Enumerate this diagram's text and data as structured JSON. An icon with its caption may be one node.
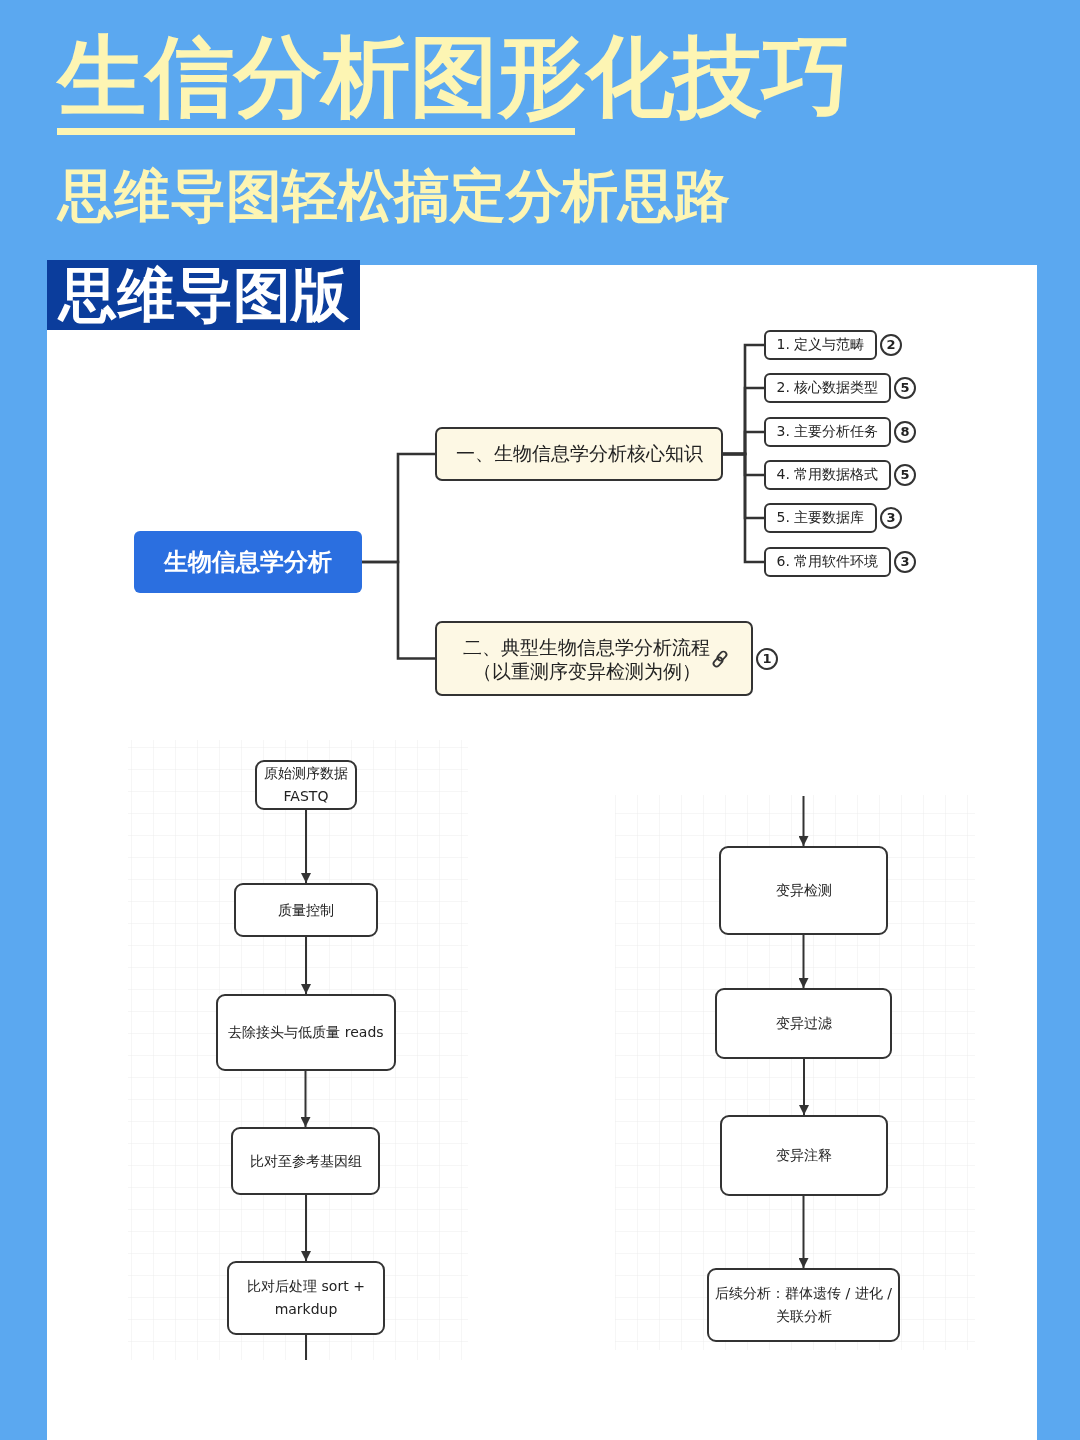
{
  "diagram": {
    "title": "生信分析图形化技巧",
    "nodes": [
      {
        "text": [
          "生物信息学分析"
        ]
      },
      {
        "text": [
          "一、生物信息学分析核心知识"
        ]
      },
      {
        "text": [
          "1. 定义与范畴"
        ],
        "beside": [
          "2"
        ]
      },
      {
        "text": [
          "2. 核心数据类型"
        ],
        "beside": [
          "5"
        ]
      },
      {
        "text": [
          "3. 主要分析任务"
        ],
        "beside": [
          "8"
        ]
      },
      {
        "text": [
          "4. 常用数据格式"
        ],
        "beside": [
          "5"
        ]
      },
      {
        "text": [
          "5. 主要数据库"
        ],
        "beside": [
          "3"
        ]
      },
      {
        "text": [
          "6. 常用软件环境"
        ],
        "beside": [
          "3"
        ]
      },
      {
        "text": [
          "二、典型生物信息学分析流程（以重测序变异检测为例）"
        ],
        "beside": [
          "1"
        ]
      },
      {
        "text": [
          "原始测序数据 FASTQ"
        ]
      },
      {
        "text": [
          "质量控制"
        ]
      },
      {
        "text": [
          "去除接头与低质量 reads"
        ]
      },
      {
        "text": [
          "比对至参考基因组"
        ]
      },
      {
        "text": [
          "比对后处理 sort + markdup"
        ]
      },
      {
        "text": [
          "变异检测"
        ]
      },
      {
        "text": [
          "变异过滤"
        ]
      },
      {
        "text": [
          "变异注释"
        ]
      },
      {
        "text": [
          "后续分析：群体遗传 / 进化 / 关联分析"
        ]
      }
    ],
    "edges": [
      {
        "from": 0,
        "to": 1,
        "arrow": "none"
      },
      {
        "from": 0,
        "to": 8,
        "arrow": "none"
      },
      {
        "from": 1,
        "to": 2,
        "arrow": "none"
      },
      {
        "from": 1,
        "to": 3,
        "arrow": "none"
      },
      {
        "from": 1,
        "to": 4,
        "arrow": "none"
      },
      {
        "from": 1,
        "to": 5,
        "arrow": "none"
      },
      {
        "from": 1,
        "to": 6,
        "arrow": "none"
      },
      {
        "from": 1,
        "to": 7,
        "arrow": "none"
      },
      {
        "from": 9,
        "to": 10,
        "arrow": "to"
      },
      {
        "from": 10,
        "to": 11,
        "arrow": "to"
      },
      {
        "from": 11,
        "to": 12,
        "arrow": "to"
      },
      {
        "from": 12,
        "to": 13,
        "arrow": "to"
      },
      {
        "from": 13,
        "to": null,
        "arrow": "none"
      },
      {
        "from": null,
        "to": 14,
        "arrow": "to"
      },
      {
        "from": 14,
        "to": 15,
        "arrow": "to"
      },
      {
        "from": 15,
        "to": 16,
        "arrow": "to"
      },
      {
        "from": 16,
        "to": 17,
        "arrow": "to"
      }
    ],
    "labels": [
      "思维导图轻松搞定分析思路",
      "思维导图版"
    ]
  }
}
